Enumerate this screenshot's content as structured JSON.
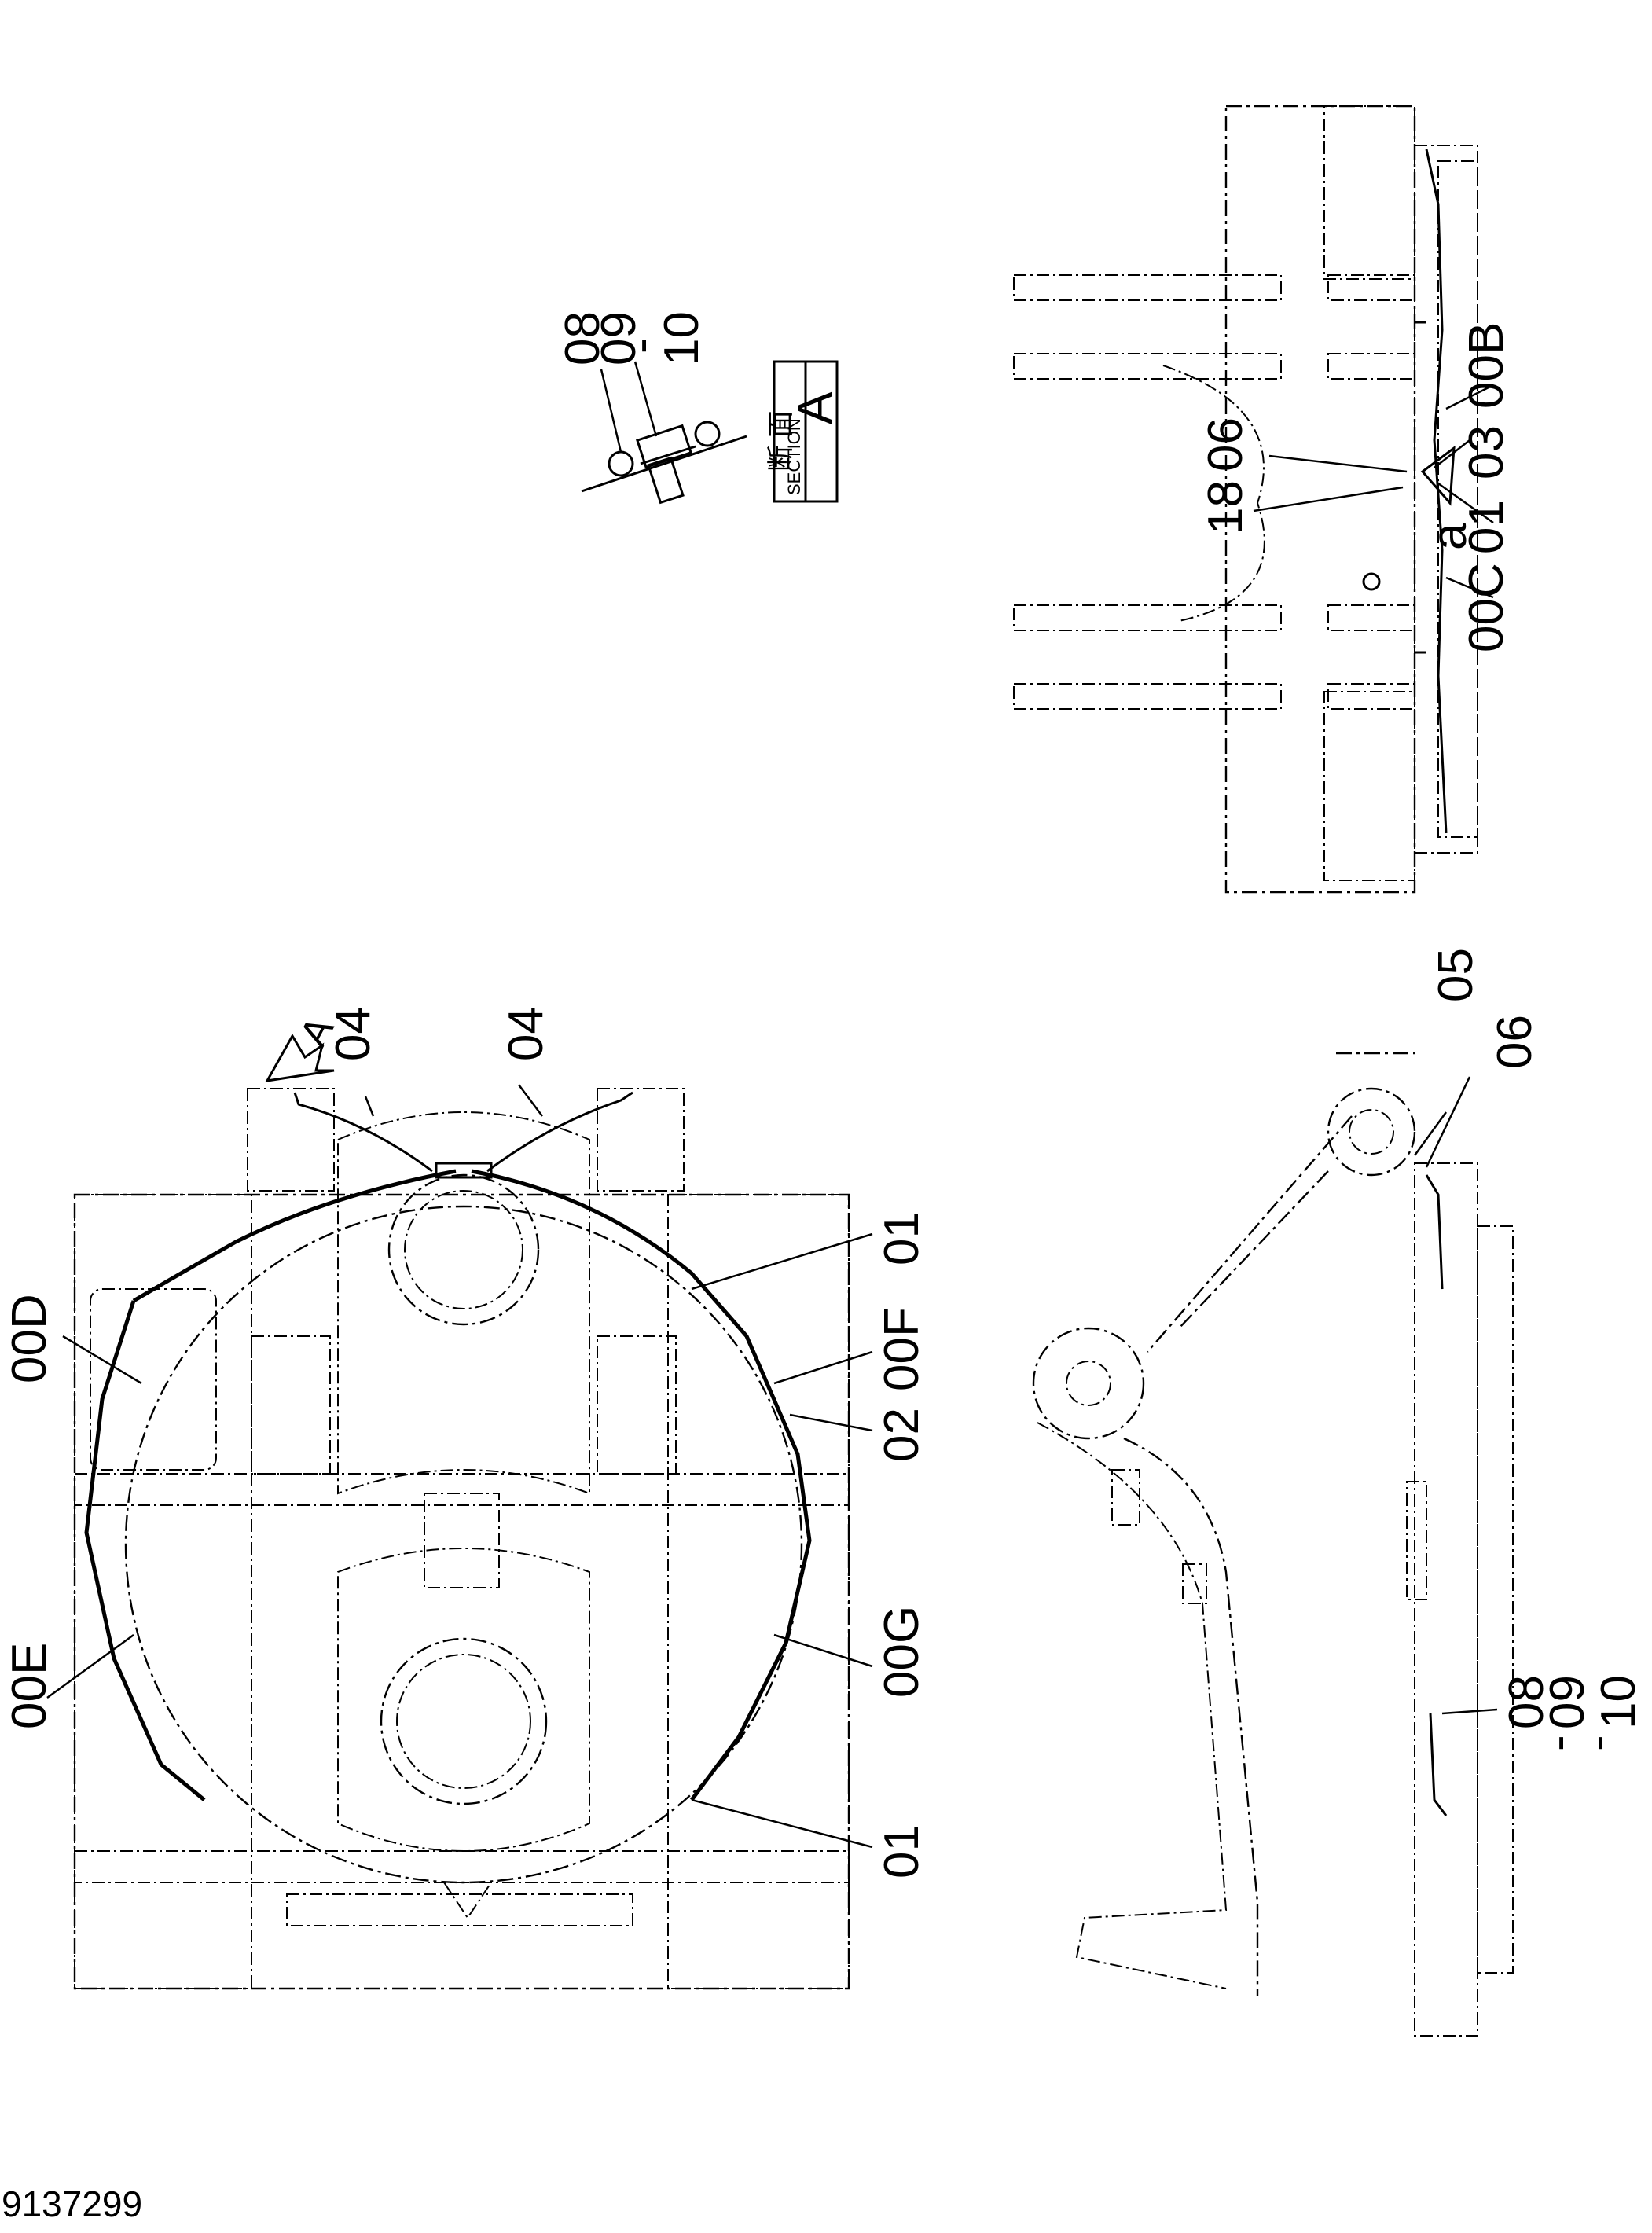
{
  "drawing": {
    "code": "9137299",
    "section": {
      "kanji": "断 面",
      "word": "SECTION",
      "letter": "A"
    },
    "view_arrow_letter": "A",
    "labels": {
      "l08_top": "08",
      "l09_top": "09",
      "l10_top": "10",
      "dash_a": "-",
      "l18": "18",
      "l06_top": "06",
      "l03": "03",
      "l01_right": "01",
      "l00B": "00B",
      "l00C": "00C",
      "la": "a",
      "l04_a": "04",
      "l04_b": "04",
      "l00D": "00D",
      "l00E": "00E",
      "l01_b": "01",
      "l00F": "00F",
      "l02": "02",
      "l00G": "00G",
      "l01_c": "01",
      "l05": "05",
      "l06_side": "06",
      "l08_side": "08",
      "l09_side": "09",
      "l10_side": "10",
      "dash_b": "-",
      "dash_c": "-"
    }
  }
}
